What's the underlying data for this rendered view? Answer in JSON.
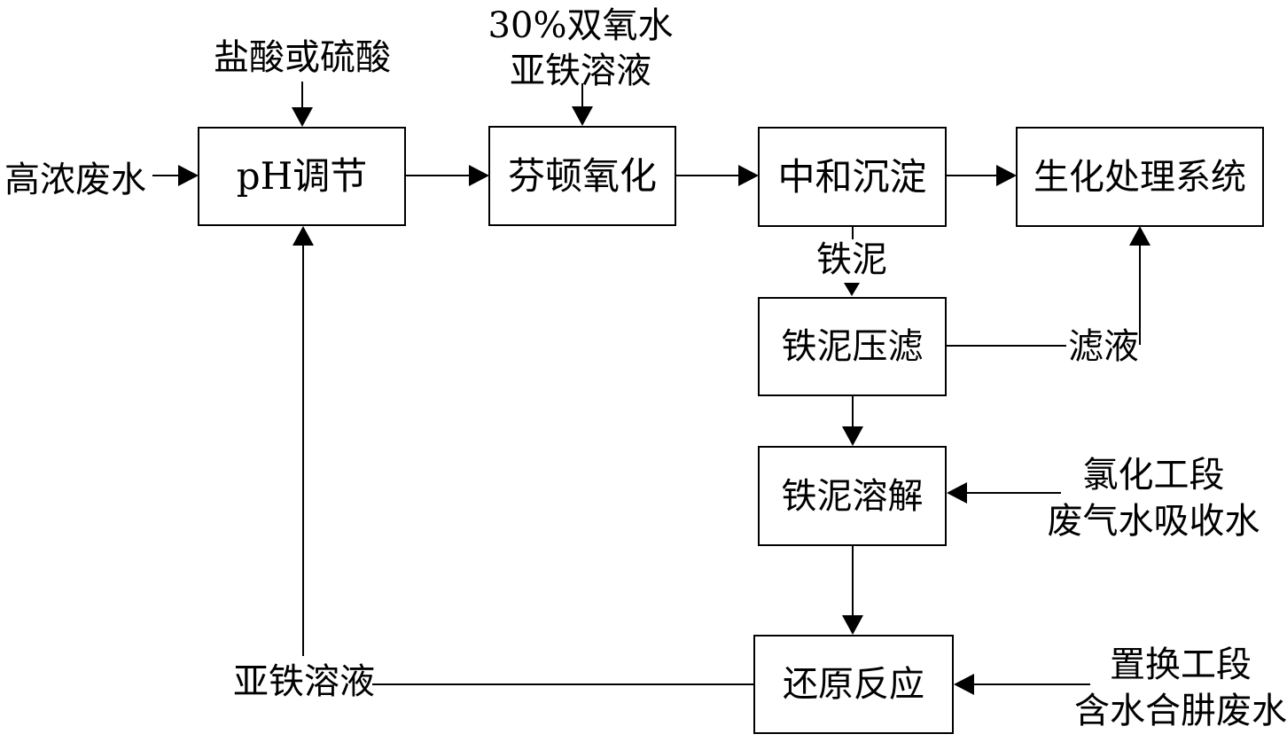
{
  "diagram": {
    "type": "flowchart",
    "background_color": "#ffffff",
    "line_color": "#000000",
    "boxes": [
      {
        "id": "ph",
        "label": "pH调节"
      },
      {
        "id": "fenton",
        "label": "芬顿氧化"
      },
      {
        "id": "neutralize",
        "label": "中和沉淀"
      },
      {
        "id": "bio",
        "label": "生化处理系统"
      },
      {
        "id": "press",
        "label": "铁泥压滤"
      },
      {
        "id": "dissolve",
        "label": "铁泥溶解"
      },
      {
        "id": "reduce",
        "label": "还原反应"
      }
    ],
    "annotations": {
      "acid": "盐酸或硫酸",
      "peroxide_line1": "30%双氧水",
      "peroxide_line2": "亚铁溶液",
      "influent": "高浓废水",
      "iron_sludge": "铁泥",
      "filtrate": "滤液",
      "chlorination_line1": "氯化工段",
      "chlorination_line2": "废气水吸收水",
      "displacement_line1": "置换工段",
      "displacement_line2": "含水合肼废水",
      "ferrous_recycle": "亚铁溶液"
    }
  }
}
